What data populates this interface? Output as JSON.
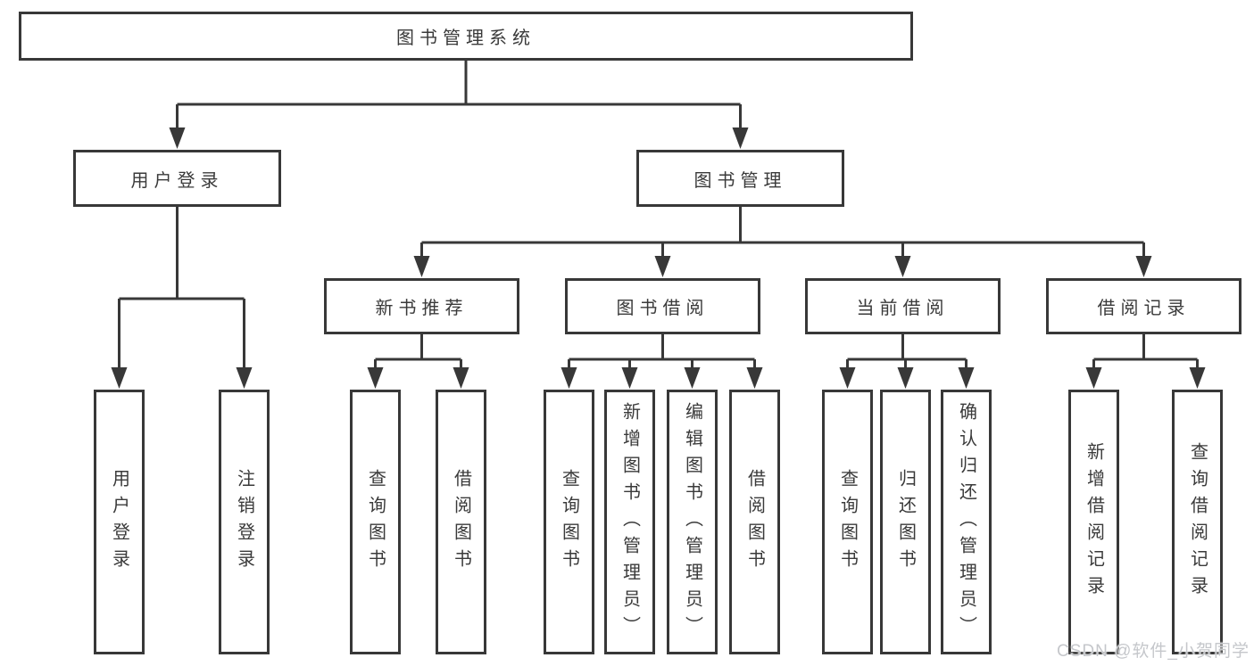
{
  "colors": {
    "line": "#383838",
    "text": "#3a3a3a",
    "box_fill": "#ffffff",
    "background": "#ffffff",
    "watermark": "#c5c7cb"
  },
  "diagram": {
    "root": {
      "label": "图书管理系统"
    },
    "branches": [
      {
        "label": "用户登录",
        "children": [
          {
            "label": "用户登录"
          },
          {
            "label": "注销登录"
          }
        ]
      },
      {
        "label": "图书管理",
        "children": [
          {
            "label": "新书推荐",
            "children": [
              {
                "label": "查询图书"
              },
              {
                "label": "借阅图书"
              }
            ]
          },
          {
            "label": "图书借阅",
            "children": [
              {
                "label": "查询图书"
              },
              {
                "label": "新增图书（管理员）"
              },
              {
                "label": "编辑图书（管理员）"
              },
              {
                "label": "借阅图书"
              }
            ]
          },
          {
            "label": "当前借阅",
            "children": [
              {
                "label": "查询图书"
              },
              {
                "label": "归还图书"
              },
              {
                "label": "确认归还（管理员）"
              }
            ]
          },
          {
            "label": "借阅记录",
            "children": [
              {
                "label": "新增借阅记录"
              },
              {
                "label": "查询借阅记录"
              }
            ]
          }
        ]
      }
    ]
  },
  "watermark": {
    "text": "CSDN @软件_小贺同学"
  }
}
